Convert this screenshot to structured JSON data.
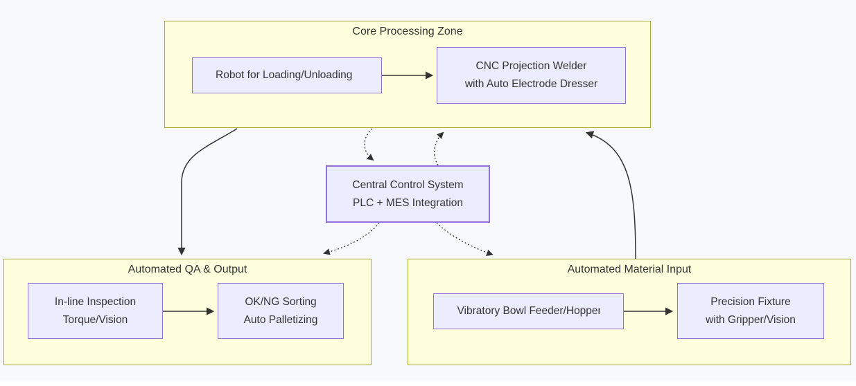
{
  "diagram": {
    "type": "flowchart",
    "colors": {
      "canvas_background": "#f8f9fa",
      "zone_fill": "#ffffde",
      "zone_border": "#aaaa33",
      "node_fill": "#ECECFF",
      "node_border": "#9370DB",
      "arrow": "#333333",
      "text": "#333333"
    },
    "zones": {
      "core": {
        "title": "Core Processing Zone"
      },
      "qa": {
        "title": "Automated QA & Output"
      },
      "input": {
        "title": "Automated Material Input"
      }
    },
    "nodes": {
      "robot": {
        "label": "Robot for Loading/Unloading"
      },
      "welder": {
        "line1": "CNC Projection Welder",
        "line2": "with Auto Electrode Dresser"
      },
      "control": {
        "line1": "Central Control System",
        "line2": "PLC + MES Integration"
      },
      "inspection": {
        "line1": "In-line Inspection",
        "line2": "Torque/Vision"
      },
      "sorting": {
        "line1": "OK/NG Sorting",
        "line2": "Auto Palletizing"
      },
      "feeder": {
        "label": "Vibratory Bowl Feeder/Hopper"
      },
      "fixture": {
        "line1": "Precision Fixture",
        "line2": "with Gripper/Vision"
      }
    },
    "edges": [
      {
        "from": "Robot for Loading/Unloading",
        "to": "CNC Projection Welder with Auto Electrode Dresser",
        "style": "solid"
      },
      {
        "from": "In-line Inspection Torque/Vision",
        "to": "OK/NG Sorting Auto Palletizing",
        "style": "solid"
      },
      {
        "from": "Vibratory Bowl Feeder/Hopper",
        "to": "Precision Fixture with Gripper/Vision",
        "style": "solid"
      },
      {
        "from": "Core Processing Zone",
        "to": "Automated QA & Output",
        "style": "solid"
      },
      {
        "from": "Automated Material Input",
        "to": "Core Processing Zone",
        "style": "solid"
      },
      {
        "from": "Core Processing Zone",
        "to": "Central Control System",
        "style": "dotted"
      },
      {
        "from": "Central Control System",
        "to": "Core Processing Zone",
        "style": "dotted"
      },
      {
        "from": "Central Control System",
        "to": "Automated QA & Output",
        "style": "dotted"
      },
      {
        "from": "Central Control System",
        "to": "Automated Material Input",
        "style": "dotted"
      }
    ]
  }
}
